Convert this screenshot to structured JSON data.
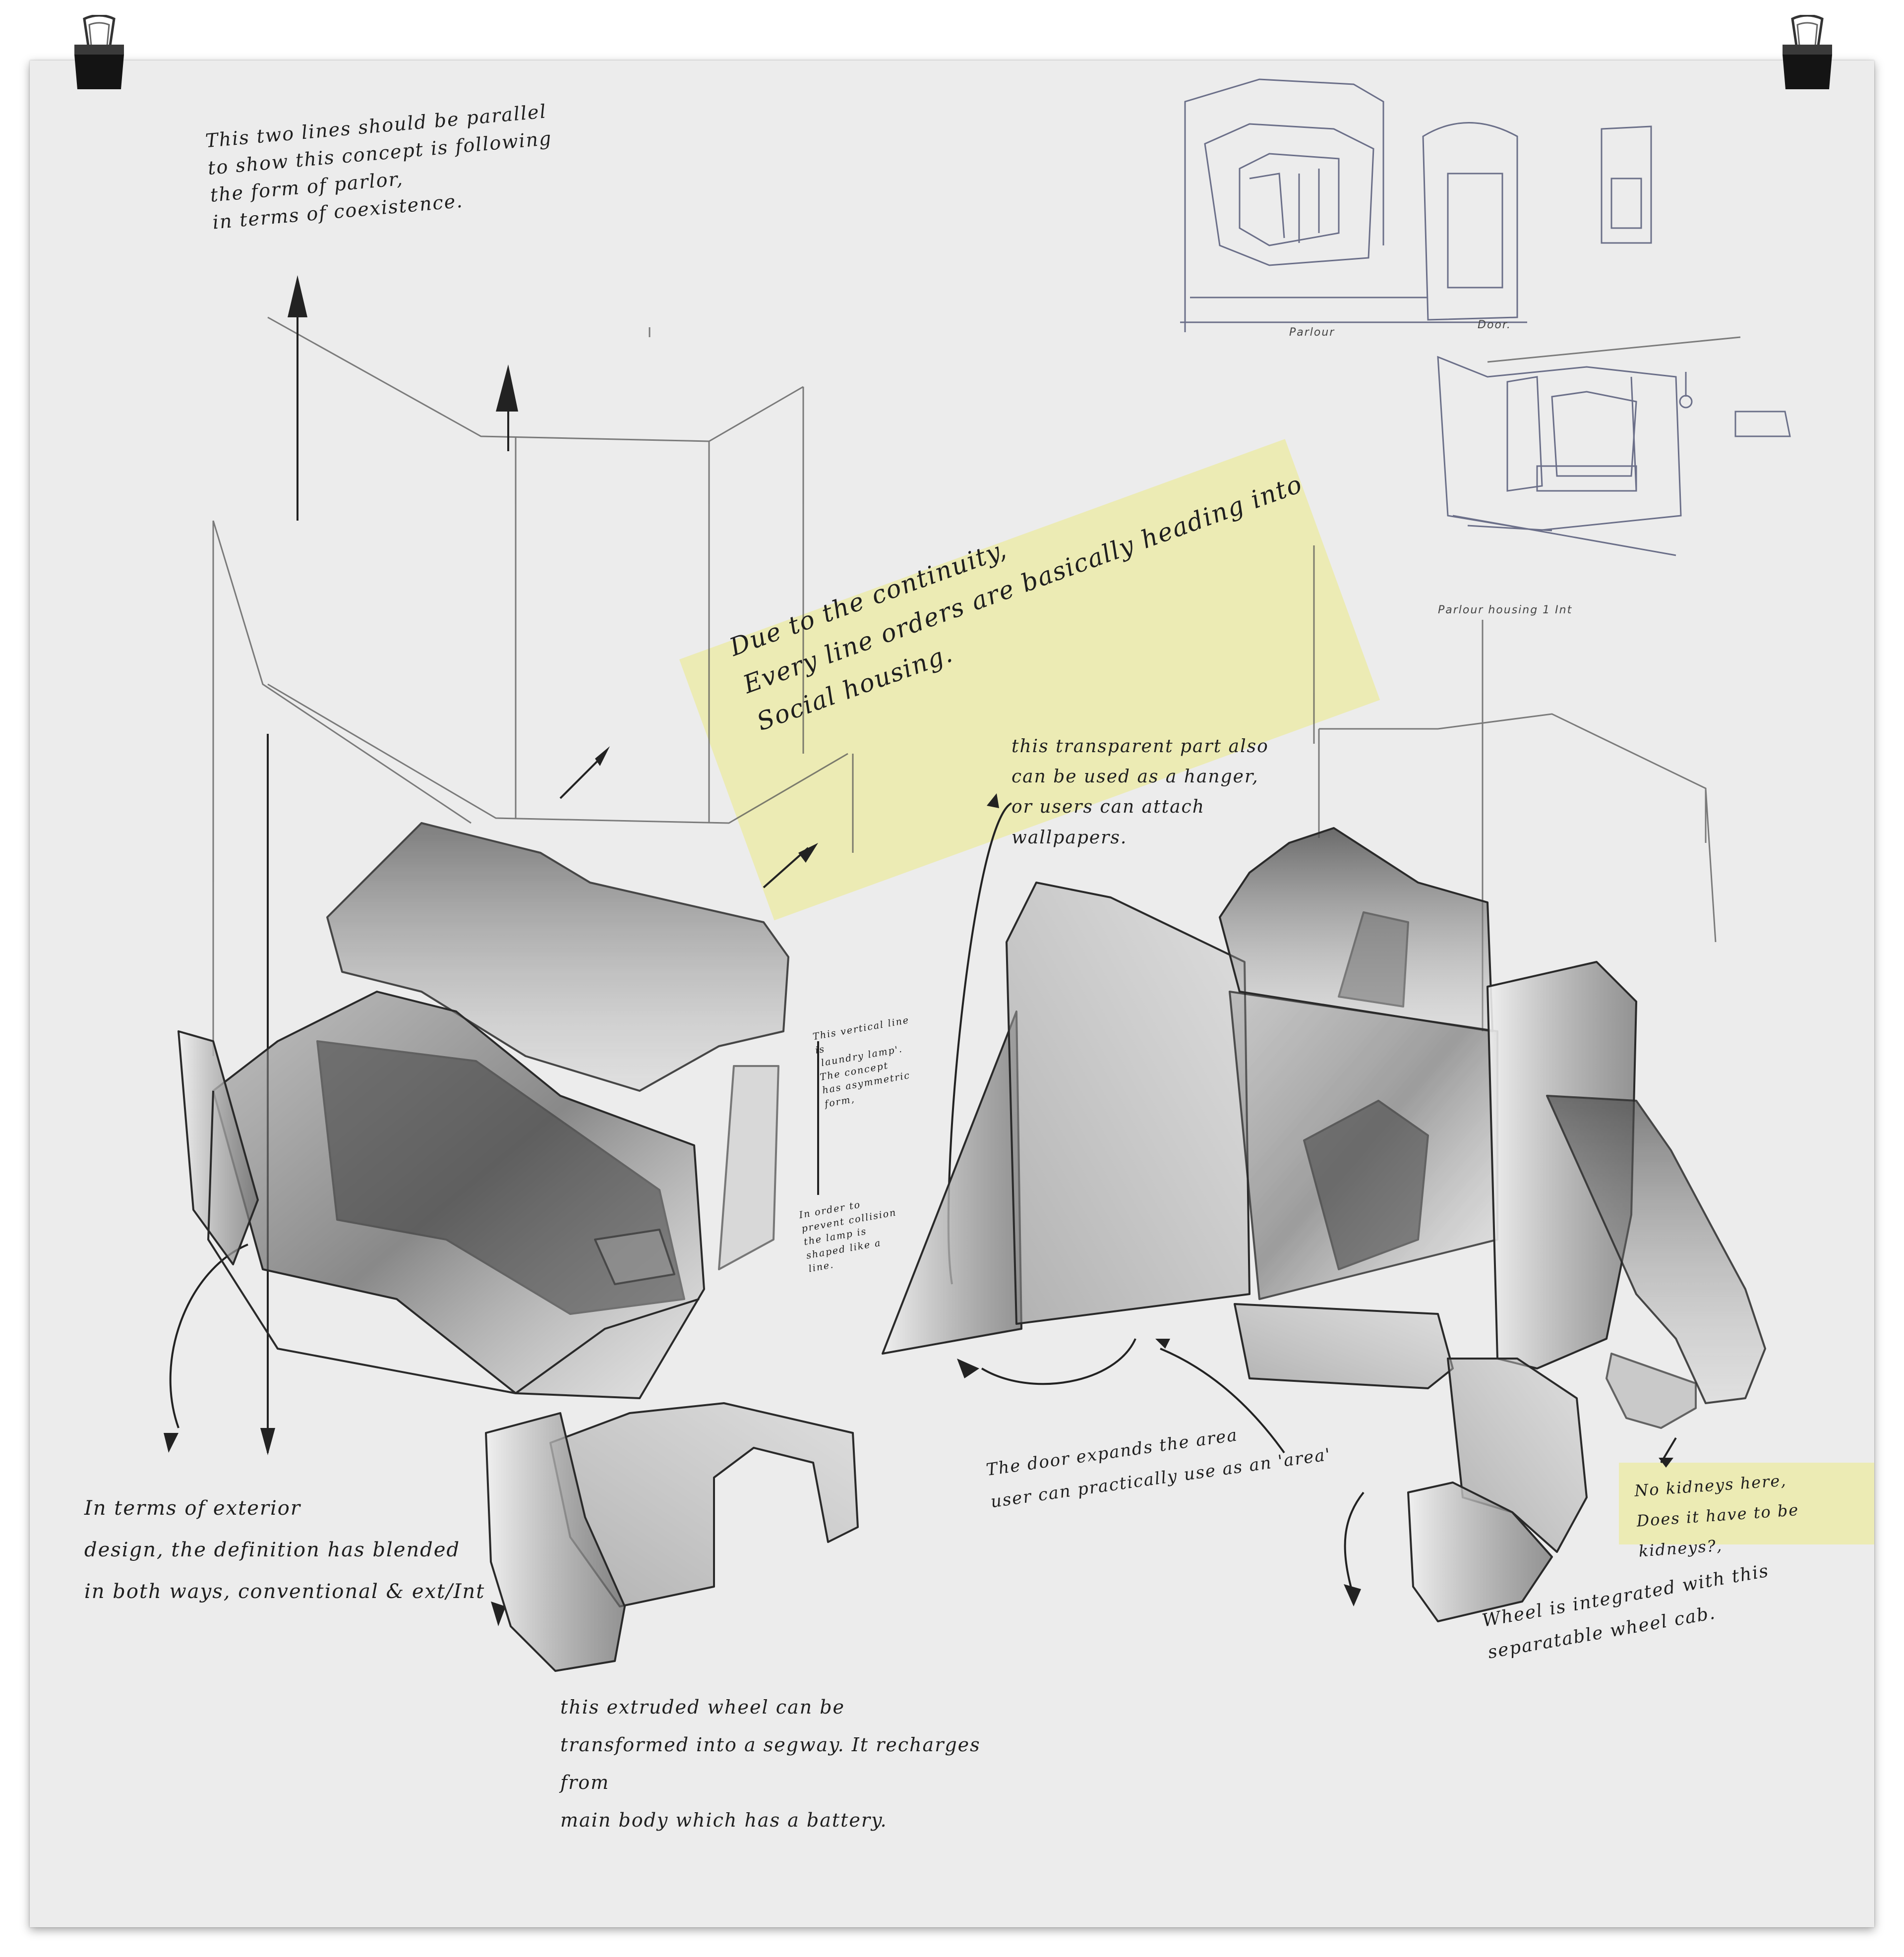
{
  "notes": {
    "parallel_lines": "This two lines should be parallel\n to show this concept is following\n the form of parlor,\n in terms of coexistence.",
    "continuity": "Due to the continuity,\nEvery line orders are basically heading into\nSocial housing.",
    "transparent_part": "this transparent part also\ncan be used as a hanger,\nor users can attach\nwallpapers.",
    "vertical_line": "This vertical line is\n'laundry lamp'.\nThe concept\nhas asymmetric\nform,",
    "collision": "In order to\nprevent collision\nthe lamp is\nshaped like a line.",
    "exterior": "In terms of exterior\ndesign, the definition has blended\nin both ways, conventional & ext/Int",
    "wheel_segway": "this extruded wheel can be\ntransformed into a segway. It recharges from\nmain body which has a battery.",
    "door": "The door expands the area\nuser can practically use as an 'area'",
    "kidneys": "No kidneys here,\nDoes it have to be kidneys?,",
    "wheel_integrated": "Wheel is integrated with this\nseparatable wheel cab."
  },
  "sketch_labels": {
    "parlour": "Parlour",
    "door": "Door.",
    "interior": "Parlour housing 1 Int"
  },
  "colors": {
    "paper": "#ececec",
    "sticky": "#ecebb1",
    "ink": "#1e1e1e",
    "pencil": "#555a78"
  }
}
